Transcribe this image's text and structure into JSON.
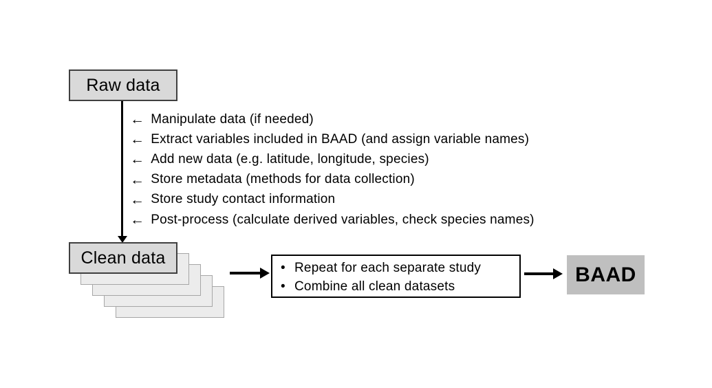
{
  "nodes": {
    "raw_data": "Raw data",
    "clean_data": "Clean data",
    "baad": "BAAD"
  },
  "steps": [
    "Manipulate data (if needed)",
    "Extract variables included in BAAD (and assign variable names)",
    "Add new data (e.g. latitude, longitude, species)",
    "Store metadata (methods for data collection)",
    "Store study contact information",
    "Post-process (calculate derived variables, check species names)"
  ],
  "process_box": {
    "bullets": [
      "Repeat for each separate study",
      "Combine all clean datasets"
    ]
  },
  "glyphs": {
    "left_arrow": "←",
    "bullet": "•"
  },
  "colors": {
    "node_fill": "#d9d9d9",
    "node_border": "#3f3f3f",
    "page_fill": "#ececec",
    "page_border": "#a6a6a6",
    "baad_fill": "#bfbfbf",
    "line": "#000000",
    "background": "#ffffff"
  }
}
